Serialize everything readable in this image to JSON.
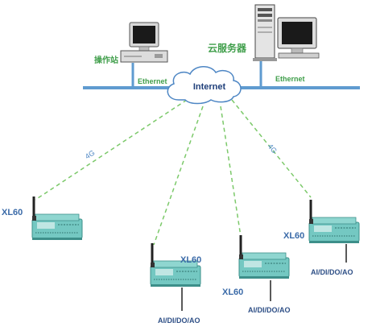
{
  "cloud_label": "Internet",
  "operator_station_label": "操作站",
  "cloud_server_label": "云服务器",
  "ethernet_left_label": "Ethernet",
  "ethernet_right_label": "Ethernet",
  "link_label_left": "4G",
  "link_label_right": "4G",
  "devices": [
    {
      "name": "XL60",
      "io": ""
    },
    {
      "name": "XL60",
      "io": "AI/DI/DO/AO"
    },
    {
      "name": "XL60",
      "io": "AI/DI/DO/AO"
    },
    {
      "name": "XL60",
      "io": "AI/DI/DO/AO"
    }
  ],
  "colors": {
    "ethernet_line": "#5f9bd0",
    "wireless_link": "#7cc96a",
    "device_body": "#6ec4be",
    "label_green": "#3f9e4a",
    "label_blue": "#3a6aa8"
  }
}
